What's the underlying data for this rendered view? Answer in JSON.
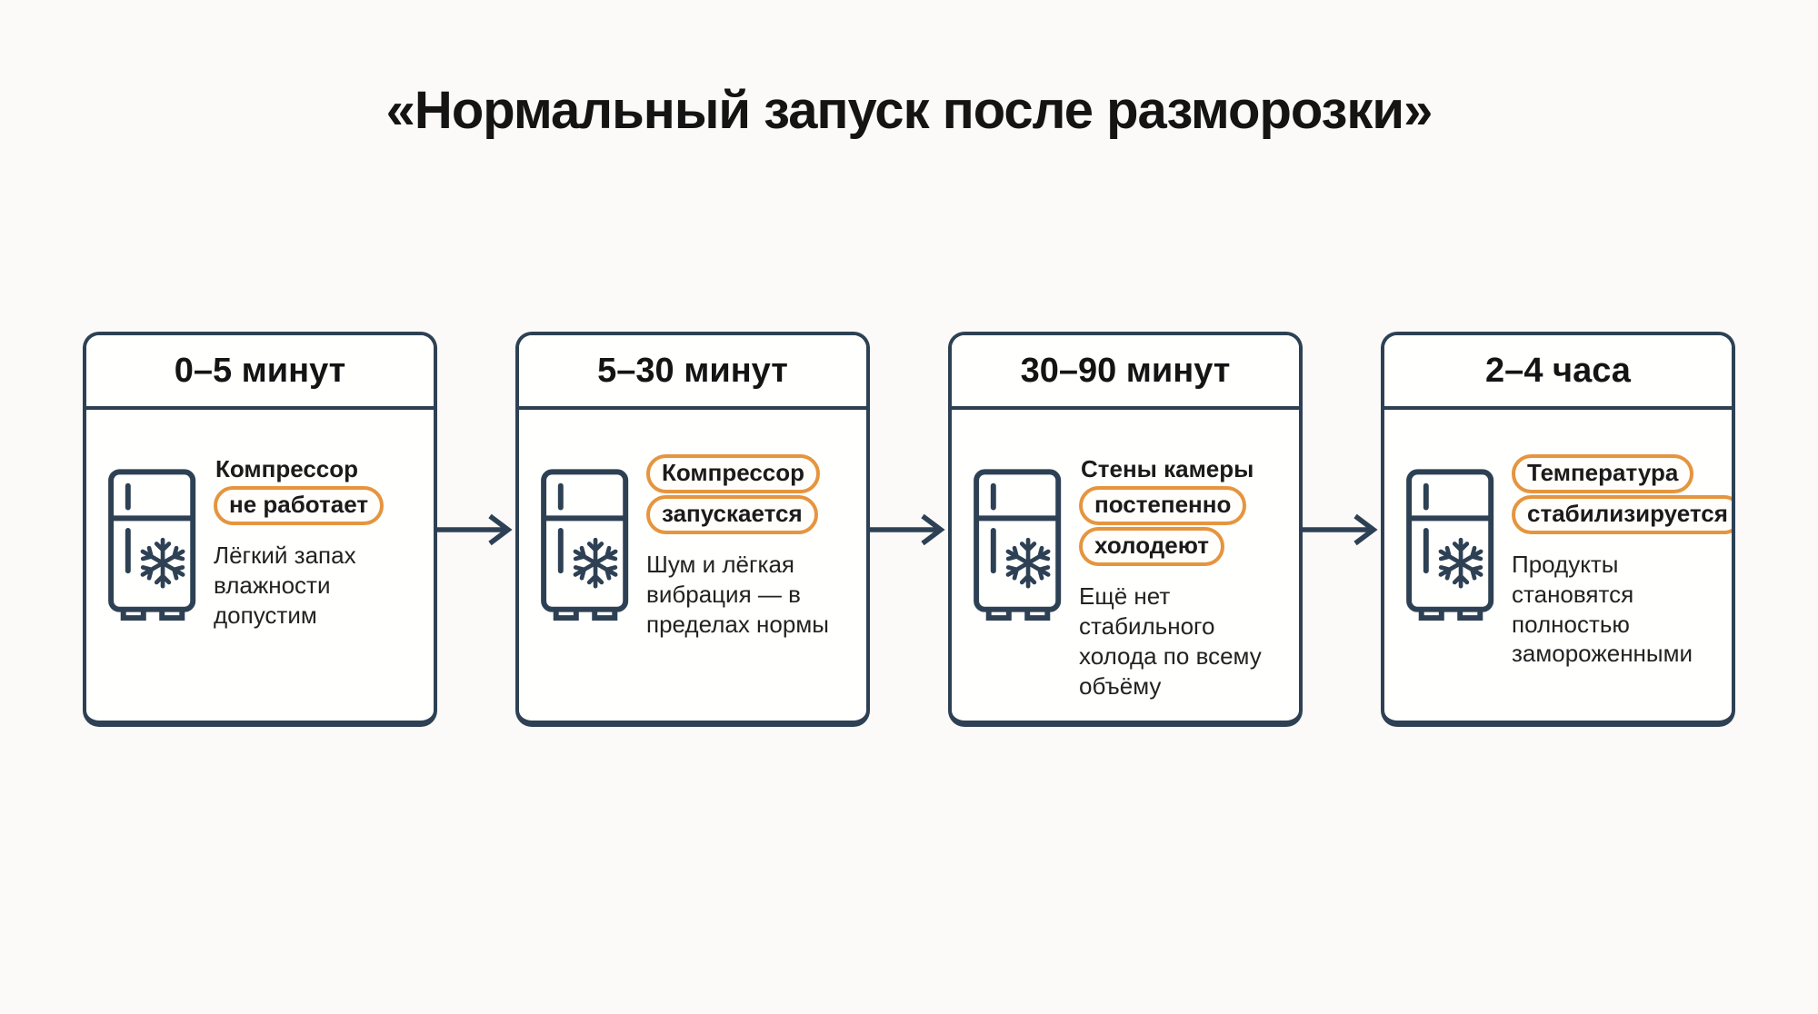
{
  "title": "«Нормальный запуск после разморозки»",
  "colors": {
    "background": "#fbfaf8",
    "card_border_navy": "#2e4154",
    "highlight_orange": "#e5953f",
    "text_black": "#1b1b1b"
  },
  "icons": {
    "fridge": "fridge-snowflake-icon",
    "arrow": "arrow-right-icon"
  },
  "stages": [
    {
      "time": "0–5 минут",
      "emphasis": [
        {
          "text": "Компрессор",
          "highlighted": false
        },
        {
          "text": "не работает",
          "highlighted": true
        }
      ],
      "description": "Лёгкий запах влажности допустим"
    },
    {
      "time": "5–30 минут",
      "emphasis": [
        {
          "text": "Компрессор",
          "highlighted": true
        },
        {
          "text": "запускается",
          "highlighted": true
        }
      ],
      "description": "Шум и лёгкая вибрация — в пределах нормы"
    },
    {
      "time": "30–90 минут",
      "emphasis": [
        {
          "text": "Стены камеры",
          "highlighted": false
        },
        {
          "text": "постепенно",
          "highlighted": true
        },
        {
          "text": "холодеют",
          "highlighted": true
        }
      ],
      "description": "Ещё нет стабильного холода по всему объёму"
    },
    {
      "time": "2–4 часа",
      "emphasis": [
        {
          "text": "Температура",
          "highlighted": true
        },
        {
          "text": "стабилизируется",
          "highlighted": true
        }
      ],
      "description": "Продукты становятся полностью замороженными"
    }
  ]
}
